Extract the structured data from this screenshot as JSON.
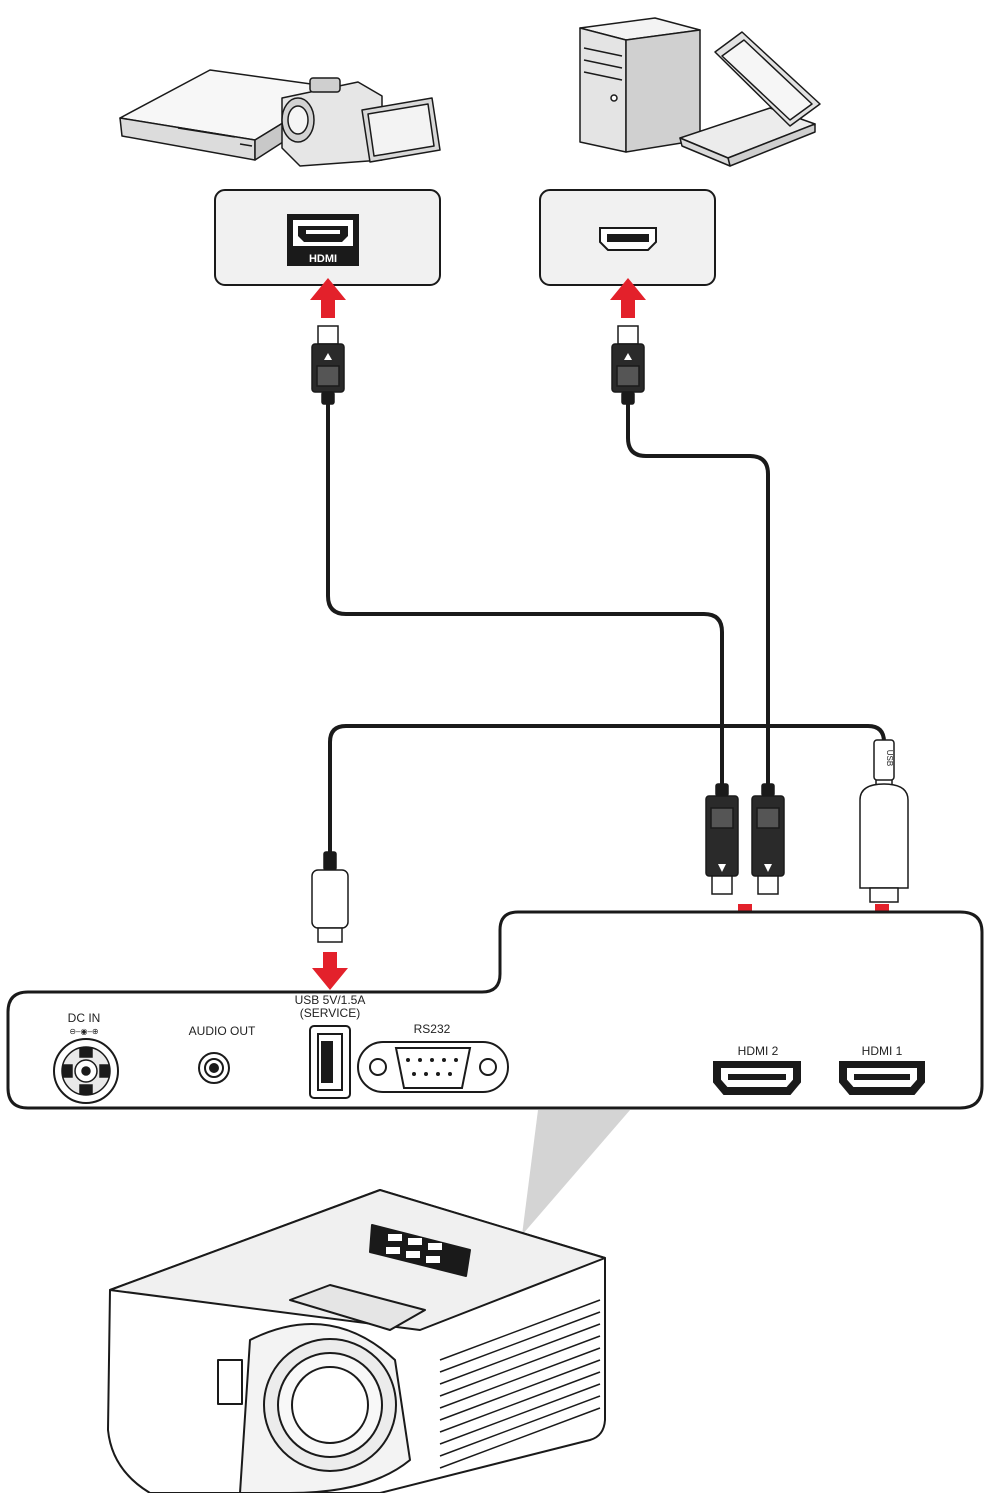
{
  "colors": {
    "arrow": "#e3212b",
    "cable": "#1a1a1a",
    "panel_fill": "#f1f1f1",
    "outline": "#1a1a1a",
    "beam": "#d4d4d4"
  },
  "sources": {
    "video_devices": {
      "icon": "video-player-camcorder-icon"
    },
    "computers": {
      "icon": "desktop-laptop-icon"
    }
  },
  "source_ports": {
    "left": {
      "label": "HDMI",
      "icon": "hdmi-port-icon"
    },
    "right": {
      "icon": "hdmi-port-icon"
    }
  },
  "cable_connectors": {
    "usb_plug_label": "USB"
  },
  "panel": {
    "dc_in": {
      "label": "DC IN",
      "polarity": "⊖–◉–⊕"
    },
    "audio_out": {
      "label": "AUDIO OUT"
    },
    "usb": {
      "label_line1": "USB 5V/1.5A",
      "label_line2": "(SERVICE)"
    },
    "rs232": {
      "label": "RS232"
    },
    "hdmi2": {
      "label": "HDMI 2"
    },
    "hdmi1": {
      "label": "HDMI 1"
    }
  },
  "projector": {
    "icon": "projector-icon"
  }
}
